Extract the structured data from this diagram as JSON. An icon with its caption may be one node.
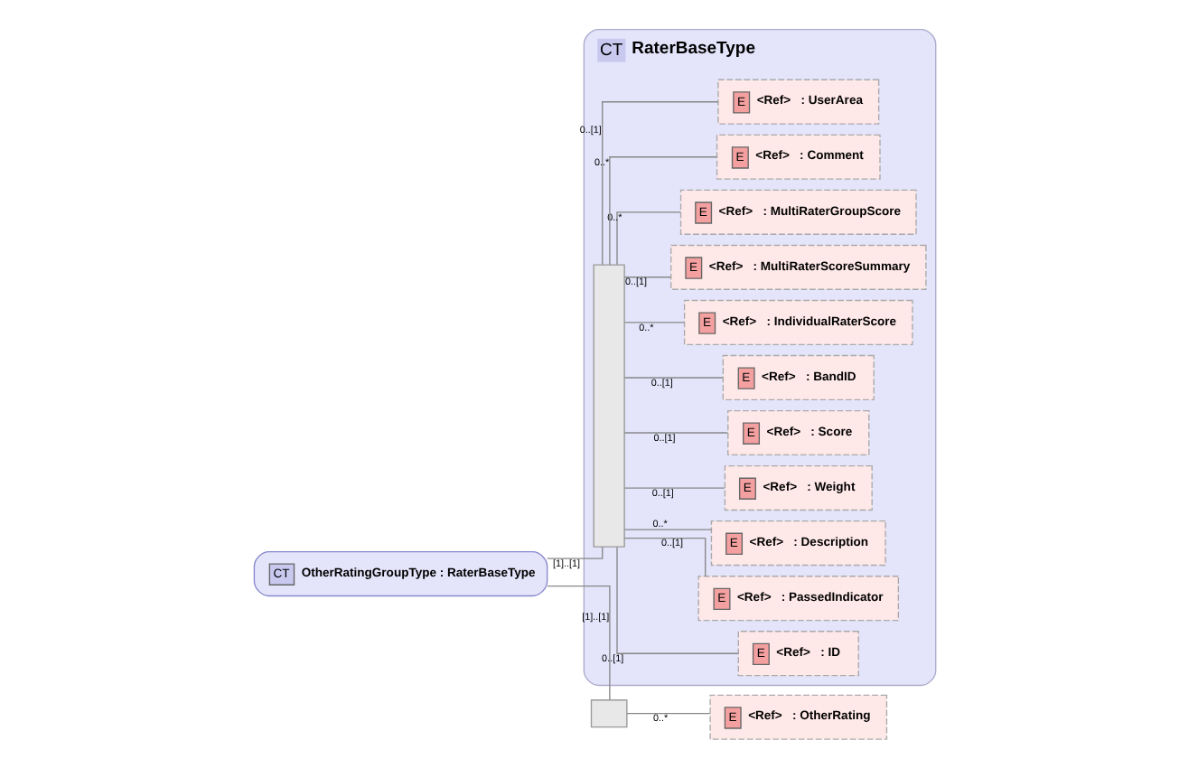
{
  "diagram": {
    "nodes": [
      {
        "text": [
          "CT",
          "OtherRatingGroupType : RaterBaseType"
        ]
      },
      {
        "text": [
          "CT",
          "RaterBaseType"
        ]
      },
      {
        "text": [],
        "shape": "bar",
        "in": 1
      },
      {
        "text": [
          "E",
          "<Ref>",
          ": ID"
        ],
        "in": 1
      },
      {
        "text": [
          "E",
          "<Ref>",
          ": PassedIndicator"
        ],
        "in": 1
      },
      {
        "text": [
          "E",
          "<Ref>",
          ": Description"
        ],
        "in": 1
      },
      {
        "text": [
          "E",
          "<Ref>",
          ": Weight"
        ],
        "in": 1
      },
      {
        "text": [
          "E",
          "<Ref>",
          ": Score"
        ],
        "in": 1
      },
      {
        "text": [
          "E",
          "<Ref>",
          ": BandID"
        ],
        "in": 1
      },
      {
        "text": [
          "E",
          "<Ref>",
          ": IndividualRaterScore"
        ],
        "in": 1
      },
      {
        "text": [
          "E",
          "<Ref>",
          ": MultiRaterScoreSummary"
        ],
        "in": 1
      },
      {
        "text": [
          "E",
          "<Ref>",
          ": MultiRaterGroupScore"
        ],
        "in": 1
      },
      {
        "text": [
          "E",
          "<Ref>",
          ": Comment"
        ],
        "in": 1
      },
      {
        "text": [
          "E",
          "<Ref>",
          ": UserArea"
        ],
        "in": 1
      },
      {
        "text": [],
        "shape": "box"
      },
      {
        "text": [
          "E",
          "<Ref>",
          ": OtherRating"
        ]
      }
    ],
    "edges": [
      {
        "from": 0,
        "to": 2,
        "arrow": "none",
        "label": "[1]..[1]"
      },
      {
        "from": 2,
        "to": 3,
        "arrow": "none",
        "label": "0..[1]"
      },
      {
        "from": 2,
        "to": 4,
        "arrow": "none",
        "label": "0..[1]"
      },
      {
        "from": 2,
        "to": 5,
        "arrow": "none",
        "label": "0..*"
      },
      {
        "from": 2,
        "to": 6,
        "arrow": "none",
        "label": "0..[1]"
      },
      {
        "from": 2,
        "to": 7,
        "arrow": "none",
        "label": "0..[1]"
      },
      {
        "from": 2,
        "to": 8,
        "arrow": "none",
        "label": "0..[1]"
      },
      {
        "from": 2,
        "to": 9,
        "arrow": "none",
        "label": "0..*"
      },
      {
        "from": 2,
        "to": 10,
        "arrow": "none",
        "label": "0..[1]"
      },
      {
        "from": 2,
        "to": 11,
        "arrow": "none",
        "label": "0..*"
      },
      {
        "from": 2,
        "to": 12,
        "arrow": "none",
        "label": "0..*"
      },
      {
        "from": 2,
        "to": 13,
        "arrow": "none",
        "label": "0..[1]"
      },
      {
        "from": 0,
        "to": 14,
        "arrow": "none",
        "label": "[1]..[1]"
      },
      {
        "from": 14,
        "to": 15,
        "arrow": "none",
        "label": "0..*"
      }
    ]
  }
}
